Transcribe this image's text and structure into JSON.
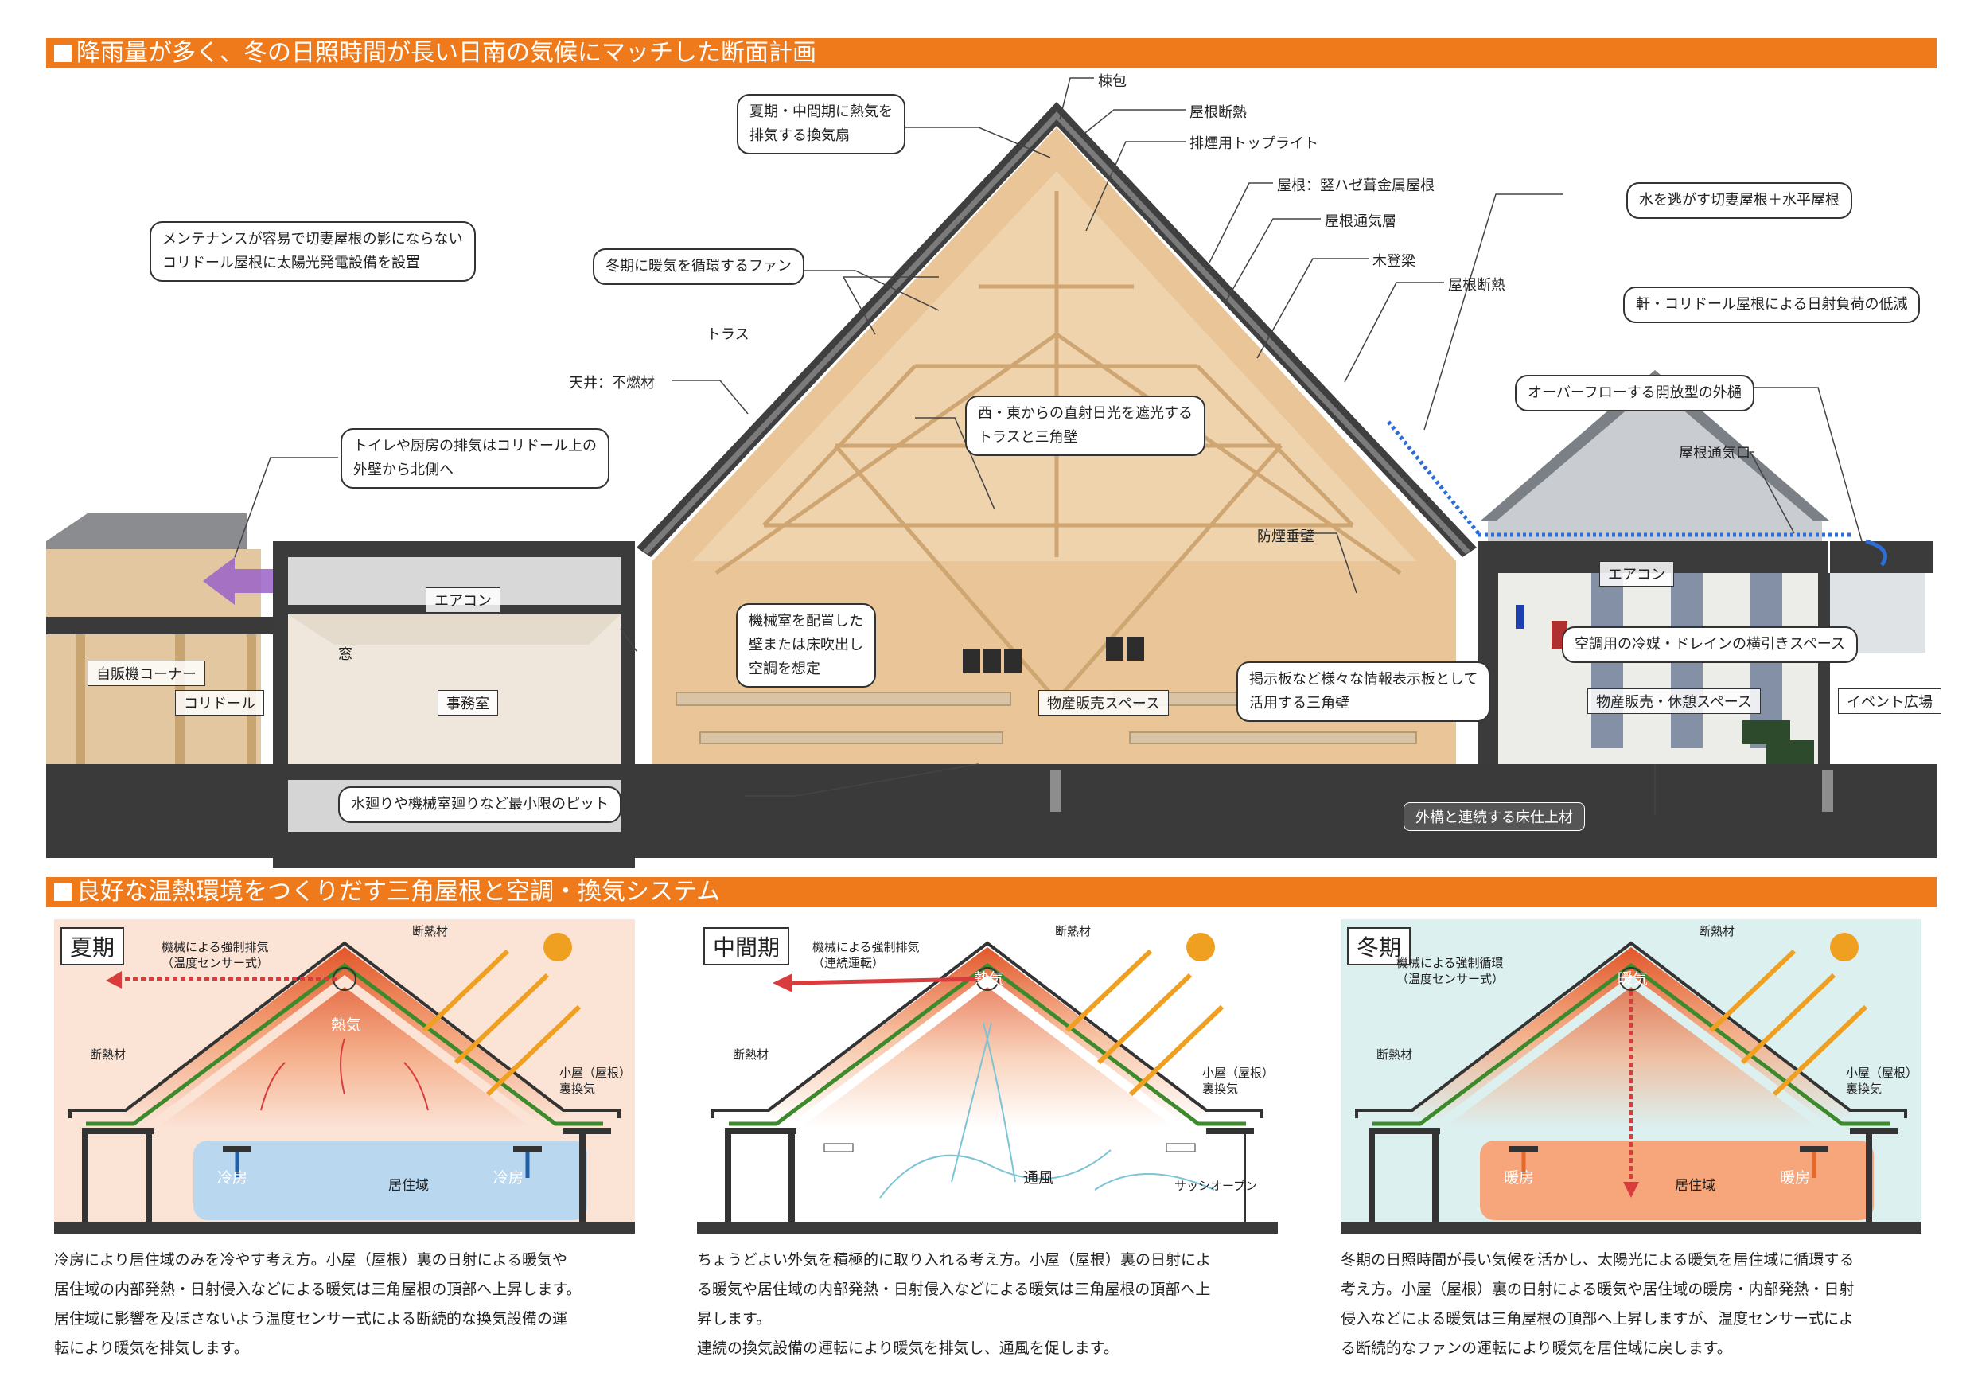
{
  "section1": {
    "title": "降雨量が多く、冬の日照時間が長い日南の気候にマッチした断面計画"
  },
  "section2": {
    "title": "良好な温熱環境をつくりだす三角屋根と空調・換気システム"
  },
  "callouts": {
    "fan_summer": [
      "夏期・中間期に熱気を",
      "排気する換気扇"
    ],
    "maintenance": [
      "メンテナンスが容易で切妻屋根の影にならない",
      "コリドール屋根に太陽光発電設備を設置"
    ],
    "winter_fan": "冬期に暖気を循環するファン",
    "toilet_exhaust": [
      "トイレや厨房の排気はコリドール上の",
      "外壁から北側へ"
    ],
    "sunlight": [
      "西・東からの直射日光を遮光する",
      "トラスと三角壁"
    ],
    "machine_room": [
      "機械室を配置した",
      "壁または床吹出し",
      "空調を想定"
    ],
    "bulletin": [
      "掲示板など様々な情報表示板として",
      "活用する三角壁"
    ],
    "water_roof": "水を逃がす切妻屋根＋水平屋根",
    "eaves": "軒・コリドール屋根による日射負荷の低減",
    "gutter": "オーバーフローする開放型の外樋",
    "drain": "空調用の冷媒・ドレインの横引きスペース",
    "pit": "水廻りや機械室廻りなど最小限のピット",
    "floor": "外構と連続する床仕上材"
  },
  "labels": {
    "ridge": "棟包",
    "roof_insulation": "屋根断熱",
    "toplight": "排煙用トップライト",
    "roof_material": "屋根：竪ハゼ葺金属屋根",
    "roof_vent": "屋根通気層",
    "wood_purlin": "木登梁",
    "roof_insulation2": "屋根断熱",
    "truss": "トラス",
    "ceiling": "天井：不燃材",
    "roof_vent_opening": "屋根通気口",
    "smoke_wall": "防煙垂壁",
    "aircon1": "エアコン",
    "aircon2": "エアコン",
    "window": "窓",
    "office": "事務室",
    "vending": "自販機コーナー",
    "corridor": "コリドール",
    "sales": "物産販売スペース",
    "sales_rest": "物産販売・休憩スペース",
    "event": "イベント広場"
  },
  "panels": [
    {
      "title": "夏期",
      "exhaust": [
        "機械による強制排気",
        "（温度センサー式）"
      ],
      "insulation_top": "断熱材",
      "insulation_left": "断熱材",
      "heat": "熱気",
      "attic": [
        "小屋（屋根）",
        "裏換気"
      ],
      "living": "居住域",
      "cool_left": "冷房",
      "cool_right": "冷房",
      "desc": [
        "冷房により居住域のみを冷やす考え方。小屋（屋根）裏の日射による暖気や",
        "居住域の内部発熱・日射侵入などによる暖気は三角屋根の頂部へ上昇します。",
        "居住域に影響を及ぼさないよう温度センサー式による断続的な換気設備の運",
        "転により暖気を排気します。"
      ]
    },
    {
      "title": "中間期",
      "exhaust": [
        "機械による強制排気",
        "（連続運転）"
      ],
      "insulation_top": "断熱材",
      "insulation_left": "断熱材",
      "heat": "熱気",
      "attic": [
        "小屋（屋根）",
        "裏換気"
      ],
      "wind": "通風",
      "sash": "サッシオープン",
      "desc": [
        "ちょうどよい外気を積極的に取り入れる考え方。小屋（屋根）裏の日射によ",
        "る暖気や居住域の内部発熱・日射侵入などによる暖気は三角屋根の頂部へ上",
        "昇します。",
        "連続の換気設備の運転により暖気を排気し、通風を促します。"
      ]
    },
    {
      "title": "冬期",
      "exhaust": [
        "機械による強制循環",
        "（温度センサー式）"
      ],
      "insulation_top": "断熱材",
      "insulation_left": "断熱材",
      "heat": "暖気",
      "attic": [
        "小屋（屋根）",
        "裏換気"
      ],
      "living": "居住域",
      "heat_left": "暖房",
      "heat_right": "暖房",
      "desc": [
        "冬期の日照時間が長い気候を活かし、太陽光による暖気を居住域に循環する",
        "考え方。小屋（屋根）裏の日射による暖気や居住域の暖房・内部発熱・日射",
        "侵入などによる暖気は三角屋根の頂部へ上昇しますが、温度センサー式によ",
        "る断続的なファンの運転により暖気を居住域に戻します。"
      ]
    }
  ],
  "colors": {
    "band": "#ee7a1c",
    "summer_bg": "#fbe3d6",
    "winter_bg": "#dcf0f0",
    "wood": "#e9c597",
    "roof": "#444444"
  }
}
